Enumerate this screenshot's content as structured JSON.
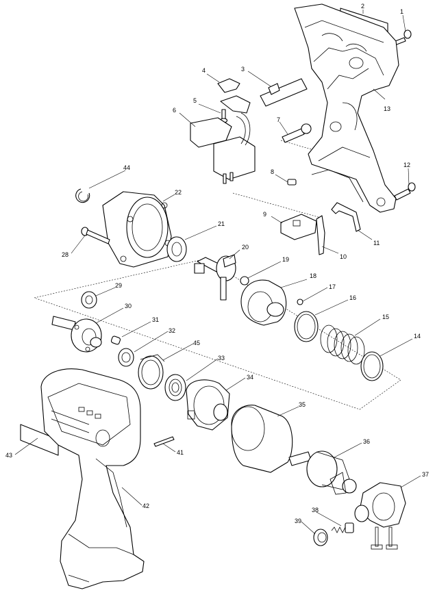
{
  "callouts": [
    {
      "id": "1",
      "text": "1"
    },
    {
      "id": "2",
      "text": "2"
    },
    {
      "id": "3",
      "text": "3"
    },
    {
      "id": "4",
      "text": "4"
    },
    {
      "id": "5",
      "text": "5"
    },
    {
      "id": "6",
      "text": "6"
    },
    {
      "id": "7",
      "text": "7"
    },
    {
      "id": "8",
      "text": "8"
    },
    {
      "id": "9",
      "text": "9"
    },
    {
      "id": "10",
      "text": "10"
    },
    {
      "id": "11",
      "text": "11"
    },
    {
      "id": "12",
      "text": "12"
    },
    {
      "id": "13",
      "text": "13"
    },
    {
      "id": "14",
      "text": "14"
    },
    {
      "id": "15",
      "text": "15"
    },
    {
      "id": "16",
      "text": "16"
    },
    {
      "id": "17",
      "text": "17"
    },
    {
      "id": "18",
      "text": "18"
    },
    {
      "id": "19",
      "text": "19"
    },
    {
      "id": "20",
      "text": "20"
    },
    {
      "id": "21",
      "text": "21"
    },
    {
      "id": "22",
      "text": "22"
    },
    {
      "id": "28",
      "text": "28"
    },
    {
      "id": "29",
      "text": "29"
    },
    {
      "id": "30",
      "text": "30"
    },
    {
      "id": "31",
      "text": "31"
    },
    {
      "id": "32",
      "text": "32"
    },
    {
      "id": "33",
      "text": "33"
    },
    {
      "id": "34",
      "text": "34"
    },
    {
      "id": "35",
      "text": "35"
    },
    {
      "id": "36",
      "text": "36"
    },
    {
      "id": "37",
      "text": "37"
    },
    {
      "id": "38",
      "text": "38"
    },
    {
      "id": "39",
      "text": "39"
    },
    {
      "id": "41",
      "text": "41"
    },
    {
      "id": "42",
      "text": "42"
    },
    {
      "id": "43",
      "text": "43"
    },
    {
      "id": "44",
      "text": "44"
    },
    {
      "id": "45",
      "text": "45"
    }
  ]
}
